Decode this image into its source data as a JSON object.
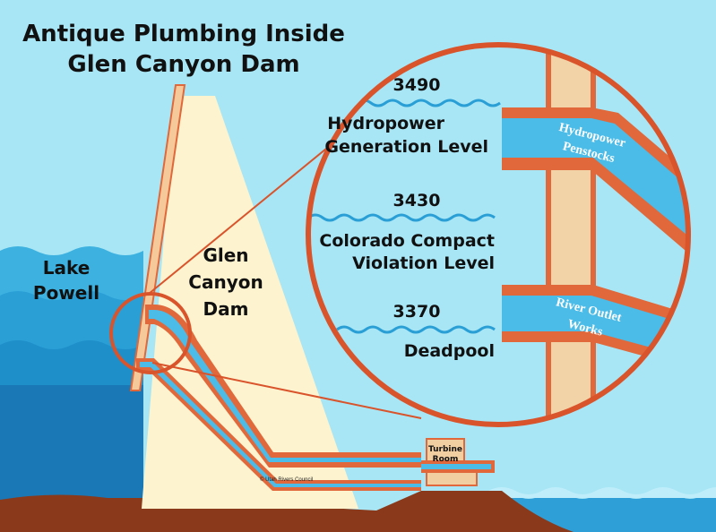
{
  "title": {
    "line1": "Antique Plumbing Inside",
    "line2": "Glen Canyon Dam"
  },
  "lake": {
    "line1": "Lake",
    "line2": "Powell"
  },
  "dam": {
    "line1": "Glen",
    "line2": "Canyon",
    "line3": "Dam"
  },
  "levels": [
    {
      "elevation": "3490",
      "label_line1": "Hydropower",
      "label_line2": "Generation Level"
    },
    {
      "elevation": "3430",
      "label_line1": "Colorado Compact",
      "label_line2": "Violation Level"
    },
    {
      "elevation": "3370",
      "label_line1": "Deadpool",
      "label_line2": ""
    }
  ],
  "pipes": {
    "penstocks_line1": "Hydropower",
    "penstocks_line2": "Penstocks",
    "outlet_line1": "River Outlet",
    "outlet_line2": "Works"
  },
  "turbine": {
    "line1": "Turbine",
    "line2": "Room"
  },
  "credit": "© Utah Rivers Council",
  "colors": {
    "sky": "#a8e6f5",
    "lake_light": "#3db2e0",
    "lake_mid": "#1f8fc9",
    "lake_dark": "#1a73b0",
    "dam": "#fdf3cf",
    "pipe_outline": "#e0683a",
    "pipe_fill": "#4bbbe8",
    "ground": "#8a3a1a",
    "turbine": "#f2cfa0",
    "callout": "#d9532b"
  }
}
